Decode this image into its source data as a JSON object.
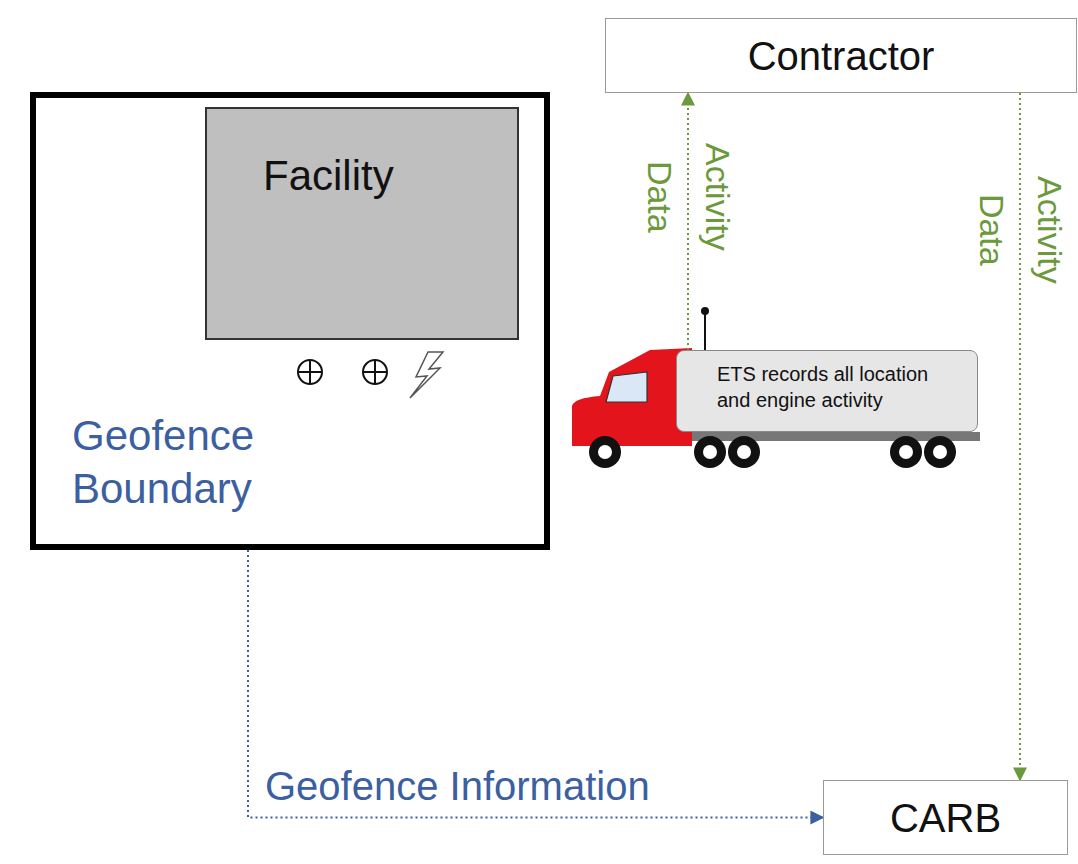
{
  "diagram": {
    "nodes": [
      {
        "text": [
          "Geofence Boundary"
        ]
      },
      {
        "text": [
          "Facility"
        ],
        "in": 0
      },
      {
        "text": [
          "Contractor"
        ]
      },
      {
        "text": [
          "CARB"
        ]
      },
      {
        "text": [
          "ETS records all location and engine activity"
        ]
      }
    ],
    "edges": [
      {
        "from": 4,
        "to": 2,
        "arrow": "to",
        "label": "Activity Data"
      },
      {
        "from": 2,
        "to": 3,
        "arrow": "to",
        "label": "Activity Data"
      },
      {
        "from": 0,
        "to": 3,
        "arrow": "to",
        "label": "Geofence Information"
      }
    ]
  }
}
